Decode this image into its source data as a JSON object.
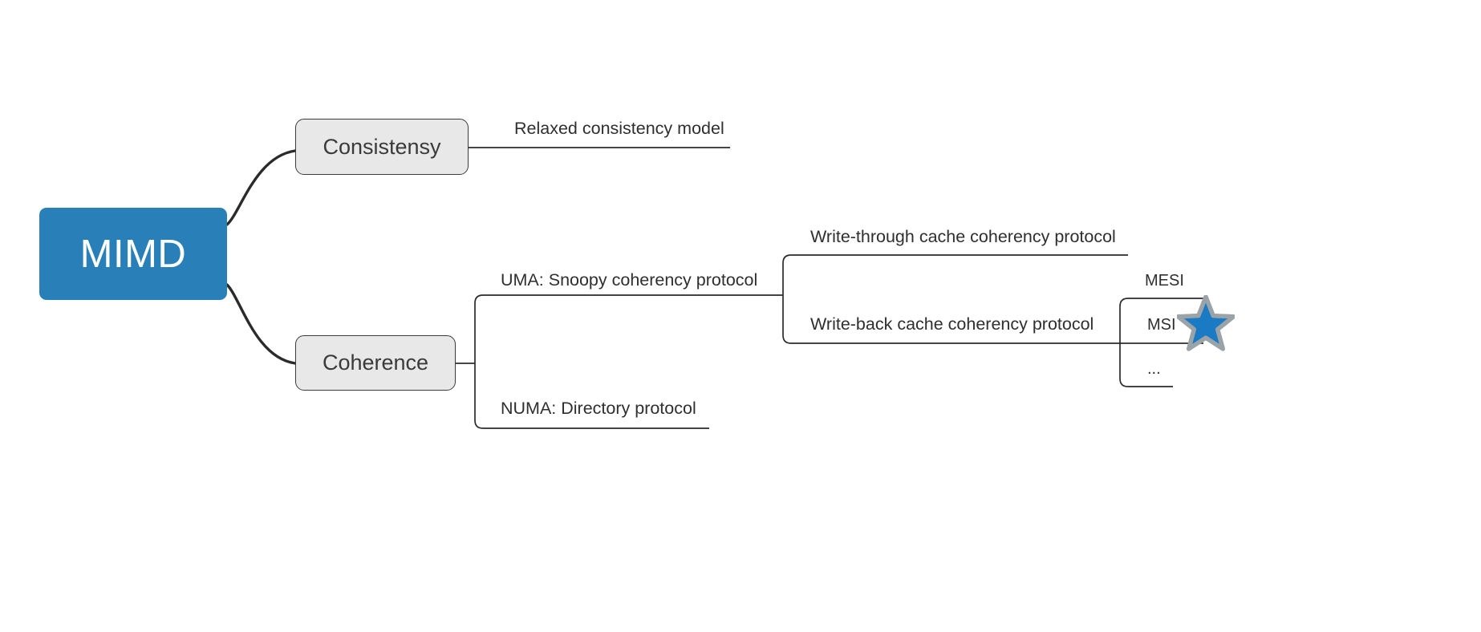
{
  "diagram": {
    "type": "mind-map",
    "title_node": "MIMD",
    "background": "#ffffff",
    "root_color": "#2980b9",
    "branch_box_fill": "#e8e8e8",
    "branch_box_stroke": "#3b3b3b",
    "edge_color": "#2b2b2b",
    "text_color": "#2f2f2f",
    "star_fill": "#1b7ac4",
    "star_stroke": "#9aa3a8"
  },
  "root": {
    "label": "MIMD"
  },
  "branches": [
    {
      "id": "consistensy",
      "label": "Consistensy",
      "children": [
        {
          "id": "relaxed-consistency-model",
          "label": "Relaxed consistency model",
          "children": []
        }
      ]
    },
    {
      "id": "coherence",
      "label": "Coherence",
      "children": [
        {
          "id": "uma-snoopy",
          "label": "UMA: Snoopy coherency protocol",
          "children": [
            {
              "id": "write-through",
              "label": "Write-through cache coherency protocol",
              "children": []
            },
            {
              "id": "write-back",
              "label": "Write-back cache coherency protocol",
              "children": [
                {
                  "id": "mesi",
                  "label": "MESI"
                },
                {
                  "id": "msi",
                  "label": "MSI"
                },
                {
                  "id": "ellipsis",
                  "label": "..."
                }
              ]
            }
          ]
        },
        {
          "id": "numa-directory",
          "label": "NUMA: Directory protocol",
          "children": []
        }
      ]
    }
  ],
  "labels": {
    "relaxed_consistency_model": "Relaxed consistency model",
    "uma_snoopy": "UMA: Snoopy coherency protocol",
    "numa_directory": "NUMA: Directory protocol",
    "write_through": "Write-through cache coherency protocol",
    "write_back": "Write-back cache coherency protocol",
    "mesi": "MESI",
    "msi": "MSI",
    "ellipsis": "..."
  },
  "decoration": {
    "star": "star-icon"
  }
}
